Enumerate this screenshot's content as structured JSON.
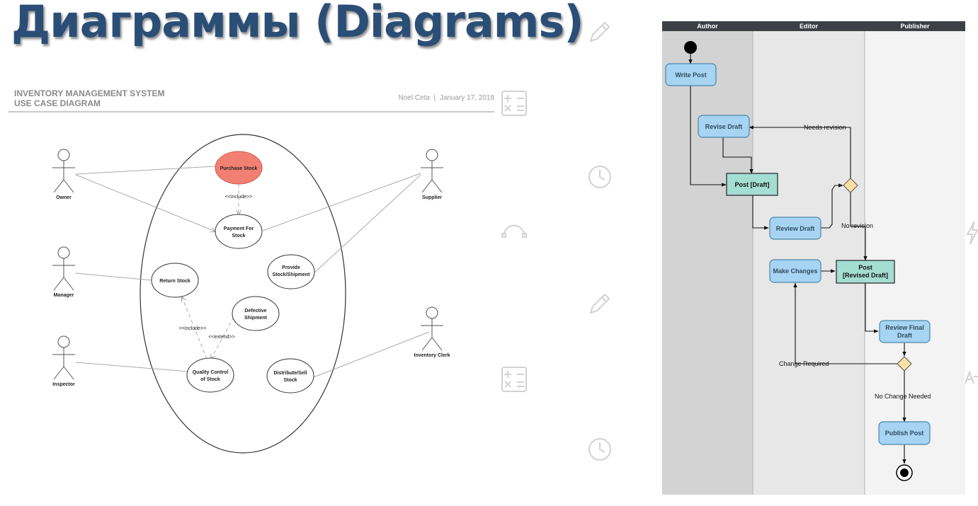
{
  "slide": {
    "title": "Диаграммы (Diagrams)"
  },
  "use_case": {
    "title_line1": "INVENTORY MANAGEMENT SYSTEM",
    "title_line2": "USE CASE DIAGRAM",
    "author": "Noel Ceta",
    "separator": "|",
    "date": "January 17, 2018",
    "actors": {
      "owner": "Owner",
      "manager": "Manager",
      "inspector": "Inspector",
      "supplier": "Supplier",
      "clerk": "Inventory Clerk"
    },
    "use_cases": {
      "purchase": "Purchase Stock",
      "payment": [
        "Payment For",
        "Stock"
      ],
      "provide": [
        "Provide",
        "Stock/Shipment"
      ],
      "return": "Return Stock",
      "defective": [
        "Defective",
        "Shipment"
      ],
      "quality": [
        "Quality Control",
        "of Stock"
      ],
      "distribute": [
        "Distribute/Sell",
        "Stock"
      ]
    },
    "relations": {
      "include_purchase": "<<include>>",
      "include_return": "<<include>>",
      "extend": "<<extend>>"
    }
  },
  "activity": {
    "lanes": [
      "Author",
      "Editor",
      "Publisher"
    ],
    "nodes": {
      "write_post": "Write Post",
      "revise_draft": "Revise Draft",
      "post_draft": "Post [Draft]",
      "review_draft": "Review Draft",
      "make_changes": "Make Changes",
      "post_revised": [
        "Post",
        "[Revised Draft]"
      ],
      "review_final": [
        "Review Final",
        "Draft"
      ],
      "publish_post": "Publish Post"
    },
    "edge_labels": {
      "needs_revision": "Needs revision",
      "no_revision": "No revision",
      "change_required": "Change Required",
      "no_change": "No Change Needed"
    }
  },
  "decor_icons": [
    "pencil-icon",
    "plus-minus-times-equals-icon",
    "clock-icon",
    "bezier-curve-icon",
    "pencil-icon",
    "plus-minus-times-equals-icon",
    "clock-icon",
    "lightning-icon",
    "text-size-icon"
  ],
  "colors": {
    "title": "#2a4e76",
    "purchase_fill": "#f28072",
    "action_fill": "#a6d4f2",
    "object_fill": "#a4ddd1",
    "decision_fill": "#fce0a6",
    "lane_header": "#3d4147"
  }
}
